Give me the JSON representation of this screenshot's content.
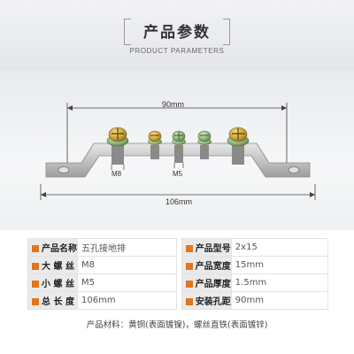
{
  "header": {
    "title": "产品参数",
    "subtitle": "PRODUCT PARAMETERS"
  },
  "photo": {
    "dimension_top": "90mm",
    "dimension_bottom": "106mm",
    "label_large_screw": "M8",
    "label_small_screw": "M5"
  },
  "specs": {
    "rows": [
      {
        "label_left": "产品名称",
        "value_left": "五孔接地排",
        "label_right": "产品型号",
        "value_right": "2x15"
      },
      {
        "label_left": "大 螺 丝",
        "value_left": "M8",
        "label_right": "产品宽度",
        "value_right": "15mm"
      },
      {
        "label_left": "小 螺 丝",
        "value_left": "M5",
        "label_right": "产品厚度",
        "value_right": "1.5mm"
      },
      {
        "label_left": "总 长 度",
        "value_left": "106mm",
        "label_right": "安装孔距",
        "value_right": "90mm"
      }
    ],
    "material": "产品材料：黄铜(表面镀镍)，螺丝直铁(表面镀锌)"
  },
  "colors": {
    "accent": "#e2761c",
    "label_bg": "#eaeaea"
  }
}
